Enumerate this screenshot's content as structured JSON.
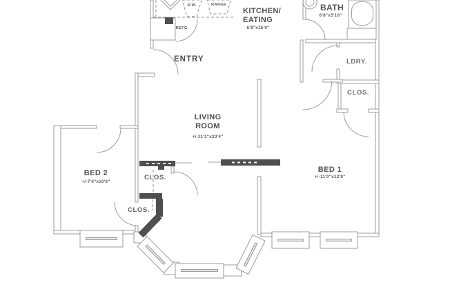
{
  "plan_title": "apartment-floor-plan",
  "colors": {
    "wall": "#9b9b9b",
    "dark_wall": "#4f4f4f",
    "label": "#4f4f4f",
    "background": "#ffffff"
  },
  "rooms": {
    "kitchen": {
      "name": "KITCHEN/\nEATING",
      "dims": "6'8\"x15'0\""
    },
    "bath": {
      "name": "BATH",
      "dims": "6'8\"x5'10\""
    },
    "entry": {
      "name": "ENTRY"
    },
    "laundry": {
      "name": "LDRY."
    },
    "closet_right": {
      "name": "CLOS."
    },
    "living": {
      "name": "LIVING\nROOM",
      "dims": "+/-11'1\"x20'4\""
    },
    "bed1": {
      "name": "BED 1",
      "dims": "+/-11'0\"x12'8\""
    },
    "bed2": {
      "name": "BED 2",
      "dims": "+/-7'4\"x10'6\""
    },
    "closet_upper": {
      "name": "CLOS."
    },
    "closet_lower": {
      "name": "CLOS."
    }
  },
  "appliances": {
    "dishwasher": "D.W.",
    "range": "RANGE",
    "refrigerator": "REFG."
  }
}
